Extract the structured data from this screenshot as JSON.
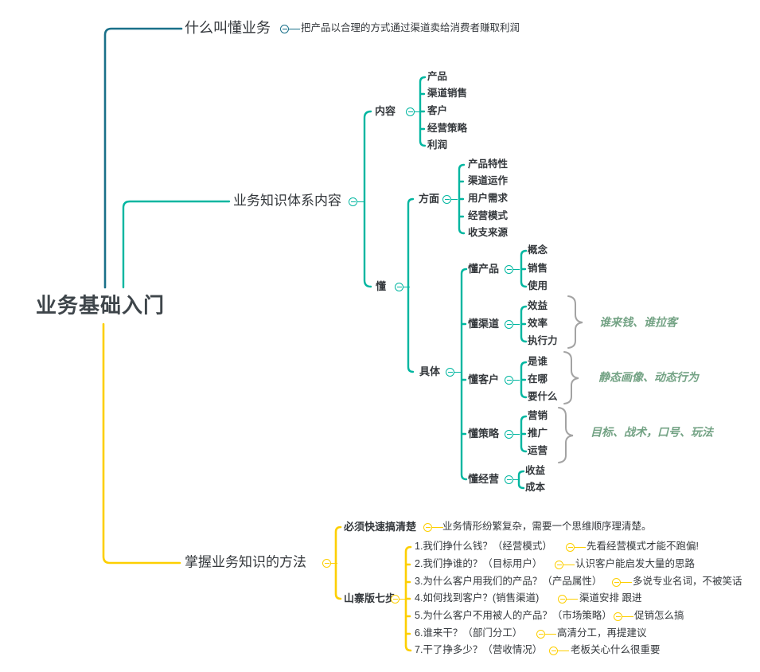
{
  "colors": {
    "branch1": "#1A7089",
    "branch2": "#00B6A0",
    "branch3": "#FDCF00",
    "annotation_text": "#74A385",
    "summary_brace": "#A3A3A3",
    "node_text": "#383C41"
  },
  "root": {
    "label": "业务基础入门"
  },
  "b1": {
    "label": "什么叫懂业务",
    "note": "把产品以合理的方式通过渠道卖给消费者赚取利润"
  },
  "b2": {
    "label": "业务知识体系内容",
    "content": {
      "label": "内容",
      "items": [
        "产品",
        "渠道销售",
        "客户",
        "经营策略",
        "利润"
      ]
    },
    "understand": {
      "label": "懂",
      "aspects": {
        "label": "方面",
        "items": [
          "产品特性",
          "渠道运作",
          "用户需求",
          "经营模式",
          "收支来源"
        ]
      },
      "specific": {
        "label": "具体",
        "groups": [
          {
            "label": "懂产品",
            "items": [
              "概念",
              "销售",
              "使用"
            ]
          },
          {
            "label": "懂渠道",
            "items": [
              "效益",
              "效率",
              "执行力"
            ],
            "annotation": "谁来钱、谁拉客"
          },
          {
            "label": "懂客户",
            "items": [
              "是谁",
              "在哪",
              "要什么"
            ],
            "annotation": "静态画像、动态行为"
          },
          {
            "label": "懂策略",
            "items": [
              "营销",
              "推广",
              "运营"
            ],
            "annotation": "目标、战术，口号、玩法"
          },
          {
            "label": "懂经营",
            "items": [
              "收益",
              "成本"
            ]
          }
        ]
      }
    }
  },
  "b3": {
    "label": "掌握业务知识的方法",
    "clarify": {
      "label": "必须快速搞清楚",
      "note": "业务情形纷繁复杂，需要一个思维顺序理清楚。"
    },
    "seven": {
      "label": "山寨版七步",
      "steps": [
        {
          "q": "1.我们挣什么钱？（经营模式）",
          "note": "先看经营模式才能不跑偏!"
        },
        {
          "q": "2.我们挣谁的？（目标用户）",
          "note": "认识客户能启发大量的思路"
        },
        {
          "q": "3.为什么客户用我们的产品？（产品属性）",
          "note": "多说专业名词，不被笑话"
        },
        {
          "q": "4.如何找到客户？(销售渠道)",
          "note": "渠道安排 跟进"
        },
        {
          "q": "5.为什么客户不用被人的产品？（市场策略）",
          "note": "促销怎么搞"
        },
        {
          "q": "6.谁来干？（部门分工）",
          "note": "高清分工，再提建议"
        },
        {
          "q": "7.干了挣多少？（营收情况）",
          "note": "老板关心什么很重要"
        }
      ]
    }
  }
}
